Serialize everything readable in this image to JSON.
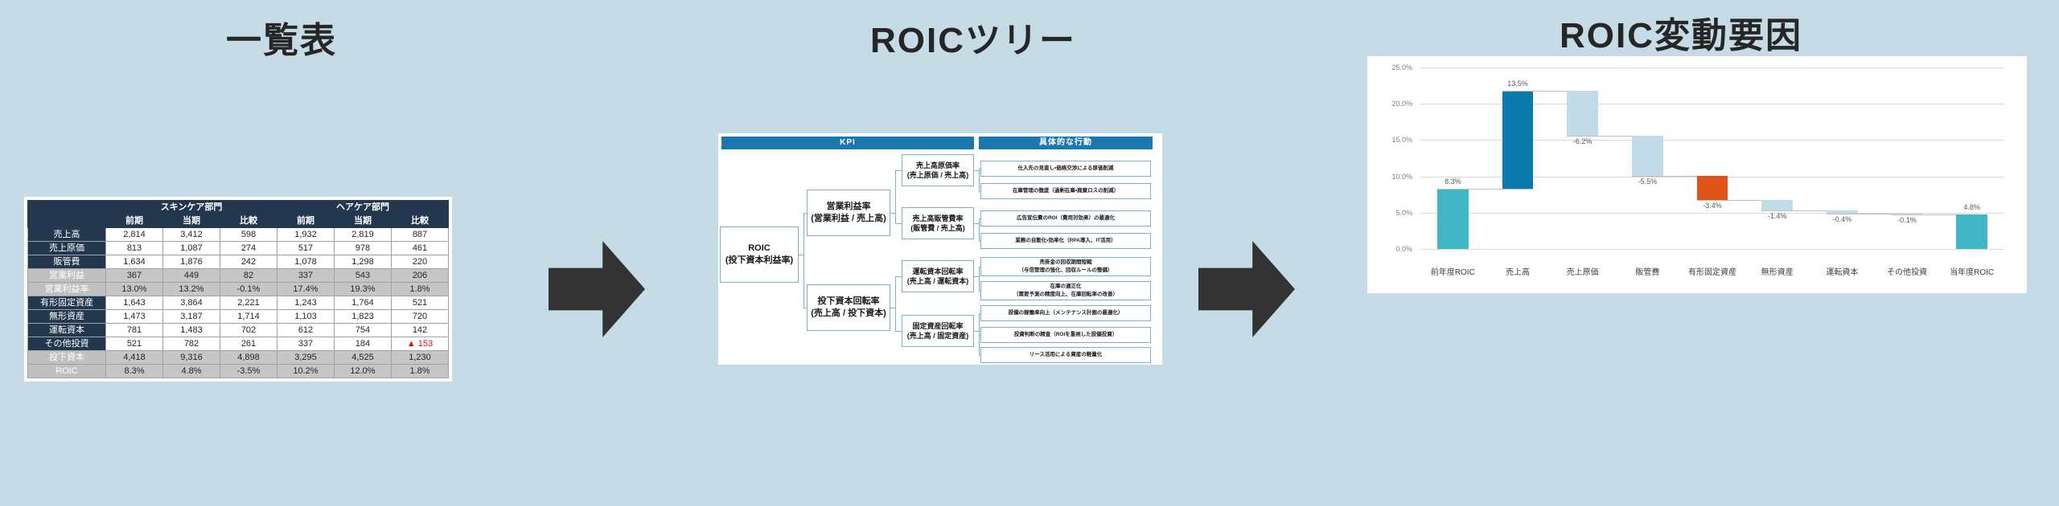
{
  "sections": {
    "list_title": "一覧表",
    "tree_title": "ROICツリー",
    "waterfall_title": "ROIC変動要因"
  },
  "table": {
    "group_headers": [
      "",
      "スキンケア部門",
      "ヘアケア部門"
    ],
    "sub_headers": [
      "前期",
      "当期",
      "比較"
    ],
    "rows": [
      {
        "label": "売上高",
        "highlight": false,
        "cells": [
          "2,814",
          "3,412",
          "598",
          "1,932",
          "2,819",
          "887"
        ]
      },
      {
        "label": "売上原価",
        "highlight": false,
        "cells": [
          "813",
          "1,087",
          "274",
          "517",
          "978",
          "461"
        ]
      },
      {
        "label": "販管費",
        "highlight": false,
        "cells": [
          "1,634",
          "1,876",
          "242",
          "1,078",
          "1,298",
          "220"
        ]
      },
      {
        "label": "営業利益",
        "highlight": true,
        "cells": [
          "367",
          "449",
          "82",
          "337",
          "543",
          "206"
        ]
      },
      {
        "label": "営業利益率",
        "highlight": true,
        "cells": [
          "13.0%",
          "13.2%",
          "-0.1%",
          "17.4%",
          "19.3%",
          "1.8%"
        ]
      },
      {
        "label": "有形固定資産",
        "highlight": false,
        "cells": [
          "1,643",
          "3,864",
          "2,221",
          "1,243",
          "1,764",
          "521"
        ]
      },
      {
        "label": "無形資産",
        "highlight": false,
        "cells": [
          "1,473",
          "3,187",
          "1,714",
          "1,103",
          "1,823",
          "720"
        ]
      },
      {
        "label": "運転資本",
        "highlight": false,
        "cells": [
          "781",
          "1,483",
          "702",
          "612",
          "754",
          "142"
        ]
      },
      {
        "label": "その他投資",
        "highlight": false,
        "cells": [
          "521",
          "782",
          "261",
          "337",
          "184",
          "▲ 153"
        ]
      },
      {
        "label": "投下資本",
        "highlight": true,
        "cells": [
          "4,418",
          "9,316",
          "4,898",
          "3,295",
          "4,525",
          "1,230"
        ]
      },
      {
        "label": "ROIC",
        "highlight": true,
        "cells": [
          "8.3%",
          "4.8%",
          "-3.5%",
          "10.2%",
          "12.0%",
          "1.8%"
        ]
      }
    ],
    "negative_cell": "▲ 153"
  },
  "tree": {
    "band_kpi": "KPI",
    "band_action": "具体的な行動",
    "root": "ROIC\n(投下資本利益率)",
    "root_line1": "ROIC",
    "root_line2": "(投下資本利益率)",
    "level1": [
      {
        "line1": "営業利益率",
        "line2": "(営業利益 / 売上高)"
      },
      {
        "line1": "投下資本回転率",
        "line2": "(売上高 / 投下資本)"
      }
    ],
    "level2": [
      {
        "line1": "売上高原価率",
        "line2": "(売上原価 / 売上高)"
      },
      {
        "line1": "売上高販管費率",
        "line2": "(販管費 / 売上高)"
      },
      {
        "line1": "運転資本回転率",
        "line2": "(売上高 / 運転資本)"
      },
      {
        "line1": "固定資産回転率",
        "line2": "(売上高 / 固定資産)"
      }
    ],
    "actions": [
      {
        "line1": "仕入先の見直し・価格交渉による原価削減",
        "line2": ""
      },
      {
        "line1": "在庫管理の徹底（過剰在庫・廃棄ロスの削減）",
        "line2": ""
      },
      {
        "line1": "広告宣伝費のROI（費用対効果）の最適化",
        "line2": ""
      },
      {
        "line1": "業務の自動化・効率化（RPA導入、IT活用）",
        "line2": ""
      },
      {
        "line1": "売掛金の回収期間短縮",
        "line2": "（与信管理の強化、回収ルールの整備）"
      },
      {
        "line1": "在庫の適正化",
        "line2": "（需要予測の精度向上、在庫回転率の改善）"
      },
      {
        "line1": "設備の稼働率向上（メンテナンス計画の最適化）",
        "line2": ""
      },
      {
        "line1": "投資判断の精査（ROIを重視した設備投資）",
        "line2": ""
      },
      {
        "line1": "リース活用による資産の軽量化",
        "line2": ""
      }
    ]
  },
  "chart_data": {
    "type": "bar",
    "subtype": "waterfall",
    "title": "ROIC変動要因",
    "xlabel": "",
    "ylabel": "",
    "ylim": [
      0,
      25
    ],
    "ytick_labels": [
      "0.0%",
      "5.0%",
      "10.0%",
      "15.0%",
      "20.0%",
      "25.0%"
    ],
    "ytick_values": [
      0,
      5,
      10,
      15,
      20,
      25
    ],
    "grid": true,
    "legend": "none",
    "categories": [
      "前年度ROIC",
      "売上高",
      "売上原価",
      "販管費",
      "有形固定資産",
      "無形資産",
      "運転資本",
      "その他投資",
      "当年度ROIC"
    ],
    "labels": [
      "8.3%",
      "13.5%",
      "-6.2%",
      "-5.5%",
      "-3.4%",
      "-1.4%",
      "-0.4%",
      "-0.1%",
      "4.8%"
    ],
    "values": [
      8.3,
      13.5,
      -6.2,
      -5.5,
      -3.4,
      -1.4,
      -0.4,
      -0.1,
      4.8
    ],
    "kinds": [
      "total",
      "increase",
      "decrease",
      "decrease",
      "decrease-highlight",
      "decrease",
      "decrease",
      "decrease",
      "total"
    ],
    "bar_bottom": [
      0.0,
      8.3,
      15.6,
      10.1,
      6.7,
      5.3,
      4.9,
      4.8,
      0.0
    ],
    "bar_top": [
      8.3,
      21.8,
      21.8,
      15.6,
      10.1,
      6.7,
      5.3,
      4.9,
      4.8
    ],
    "colors": {
      "total": "#41b6c4",
      "increase": "#0b7aad",
      "decrease": "#c2dbe8",
      "decrease_highlight": "#e0541a",
      "grid": "#d9d9d9",
      "connector": "#bfbfbf",
      "axis_text": "#808080"
    }
  },
  "palette": {
    "background": "#c5dbe6",
    "panel": "#ffffff",
    "table_header": "#23374f",
    "table_highlight": "#c6c6c6",
    "band": "#1a78ae",
    "node_border": "#7bafd0",
    "arrow": "#333333",
    "negative_text": "#ff0000"
  }
}
